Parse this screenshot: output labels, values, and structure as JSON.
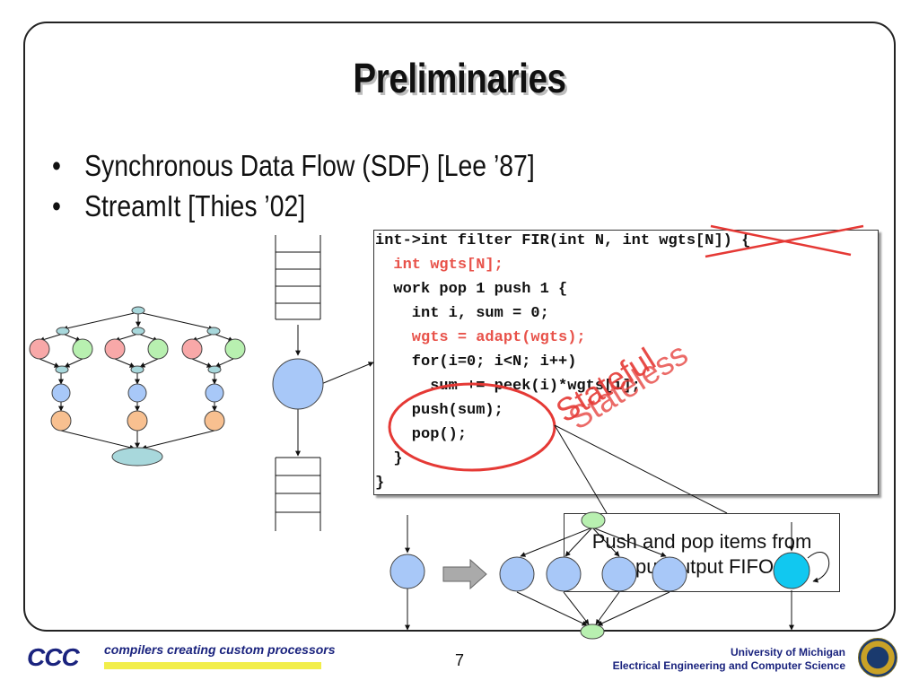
{
  "slide": {
    "title": "Preliminaries",
    "bullets": [
      "Synchronous Data Flow (SDF) [Lee ’87]",
      "StreamIt [Thies ’02]"
    ],
    "bullet_symbol": "•",
    "page_number": "7"
  },
  "code": {
    "lines": [
      {
        "text": "int->int filter FIR(int N, int wgts[N]) {",
        "color": "black"
      },
      {
        "text": "  int wgts[N];",
        "color": "red"
      },
      {
        "text": "  work pop 1 push 1 {",
        "color": "black"
      },
      {
        "text": "    int i, sum = 0;",
        "color": "black"
      },
      {
        "text": "    wgts = adapt(wgts);",
        "color": "red"
      },
      {
        "text": "    for(i=0; i<N; i++)",
        "color": "black"
      },
      {
        "text": "      sum += peek(i)*wgts[i];",
        "color": "black"
      },
      {
        "text": "    push(sum);",
        "color": "black"
      },
      {
        "text": "    pop();",
        "color": "black"
      },
      {
        "text": "  }",
        "color": "black"
      },
      {
        "text": "}",
        "color": "black"
      }
    ]
  },
  "annotations": {
    "stamp_1": "Stateful",
    "stamp_2": "Stateless",
    "callout": "Push and pop items from input/output FIFOs"
  },
  "footer": {
    "logo": "CCC",
    "tagline": "compilers creating custom processors",
    "university": "University of Michigan",
    "department": "Electrical Engineering and Computer Science"
  },
  "colors": {
    "node_blue": "#a8c8f8",
    "node_red": "#f8a8a8",
    "node_green": "#b8f0b0",
    "node_orange": "#f8c090",
    "node_teal": "#a8d8dc",
    "highlight_cyan": "#11c8f0",
    "annotation_red": "#e53935"
  }
}
